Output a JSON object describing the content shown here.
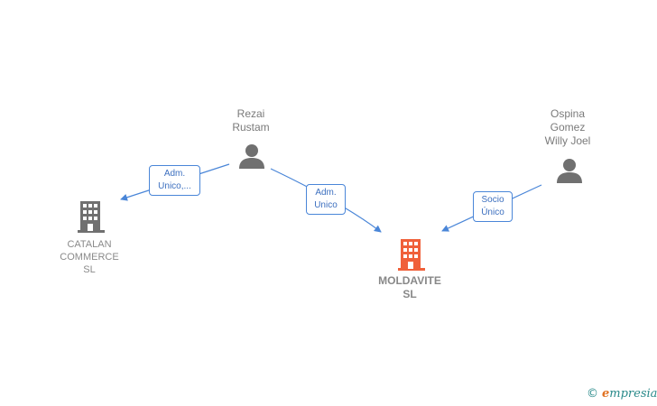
{
  "persons": [
    {
      "id": "rezai",
      "lines": [
        "Rezai",
        "Rustam"
      ]
    },
    {
      "id": "ospina",
      "lines": [
        "Ospina",
        "Gomez",
        "Willy Joel"
      ]
    }
  ],
  "companies": [
    {
      "id": "catalan",
      "lines": [
        "CATALAN",
        "COMMERCE",
        "SL"
      ],
      "color": "#707070"
    },
    {
      "id": "moldavite",
      "lines": [
        "MOLDAVITE",
        "SL"
      ],
      "color": "#f0603a",
      "main": true
    }
  ],
  "edges": [
    {
      "from": "rezai",
      "to": "catalan",
      "label_lines": [
        "Adm.",
        "Unico,..."
      ]
    },
    {
      "from": "rezai",
      "to": "moldavite",
      "label_lines": [
        "Adm.",
        "Unico"
      ]
    },
    {
      "from": "ospina",
      "to": "moldavite",
      "label_lines": [
        "Socio",
        "Único"
      ]
    }
  ],
  "footer": {
    "copyright": "©",
    "brand_initial": "e",
    "brand_rest": "mpresia"
  },
  "colors": {
    "edge": "#4a86d8",
    "person_icon": "#707070",
    "company_gray": "#707070",
    "company_main": "#f0603a"
  }
}
